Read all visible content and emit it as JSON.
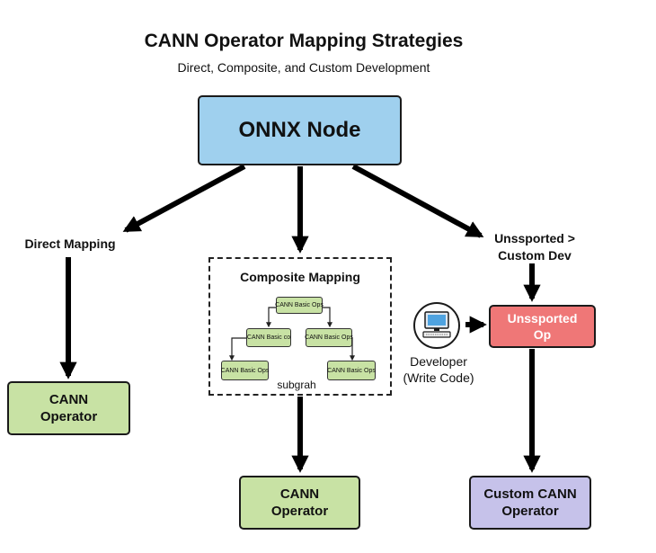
{
  "title": "CANN Operator Mapping Strategies",
  "subtitle": "Direct, Composite, and Custom Development",
  "onnx_node": "ONNX Node",
  "direct": {
    "label": "Direct Mapping",
    "operator_line1": "CANN",
    "operator_line2": "Operator"
  },
  "composite": {
    "label": "Composite Mapping",
    "ops": [
      "CANN Basic Ops",
      "CANN Basic co",
      "CANN Basic Ops",
      "CANN Basic Ops",
      "CANN Basic Ops"
    ],
    "subgraph_label": "subgrah",
    "operator_line1": "CANN",
    "operator_line2": "Operator"
  },
  "custom": {
    "label_line1": "Unssported >",
    "label_line2": "Custom Dev",
    "unsupported_line1": "Unssported",
    "unsupported_line2": "Op",
    "developer_line1": "Developer",
    "developer_line2": "(Write Code)",
    "operator_line1": "Custom CANN",
    "operator_line2": "Operator"
  },
  "colors": {
    "onnx": "#9fd0ee",
    "cann_op": "#c8e2a4",
    "unsupported": "#ef7777",
    "custom_op": "#c6c2ea"
  },
  "icons": [
    "computer-icon"
  ]
}
